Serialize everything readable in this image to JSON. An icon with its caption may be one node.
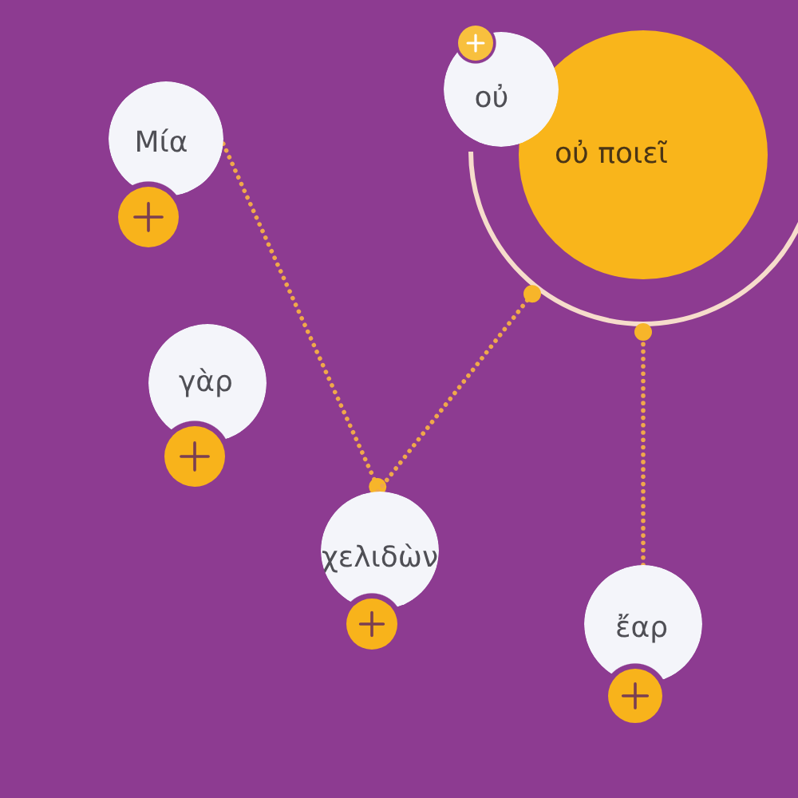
{
  "diagram": {
    "nodes": [
      {
        "text": [
          "Μία"
        ]
      },
      {
        "text": [
          "γὰρ"
        ]
      },
      {
        "text": [
          "χελιδὼν"
        ]
      },
      {
        "text": [
          "ἔαρ"
        ]
      },
      {
        "text": [
          "οὐ"
        ]
      },
      {
        "text": [
          "οὐ ποιεῖ"
        ]
      }
    ],
    "edges": [
      {
        "from": 0,
        "to": 2,
        "arrow": "other",
        "style": "dashed"
      },
      {
        "from": 2,
        "to": 5,
        "arrow": "other",
        "style": "dashed"
      },
      {
        "from": 3,
        "to": 5,
        "arrow": "other",
        "style": "dashed"
      }
    ]
  }
}
